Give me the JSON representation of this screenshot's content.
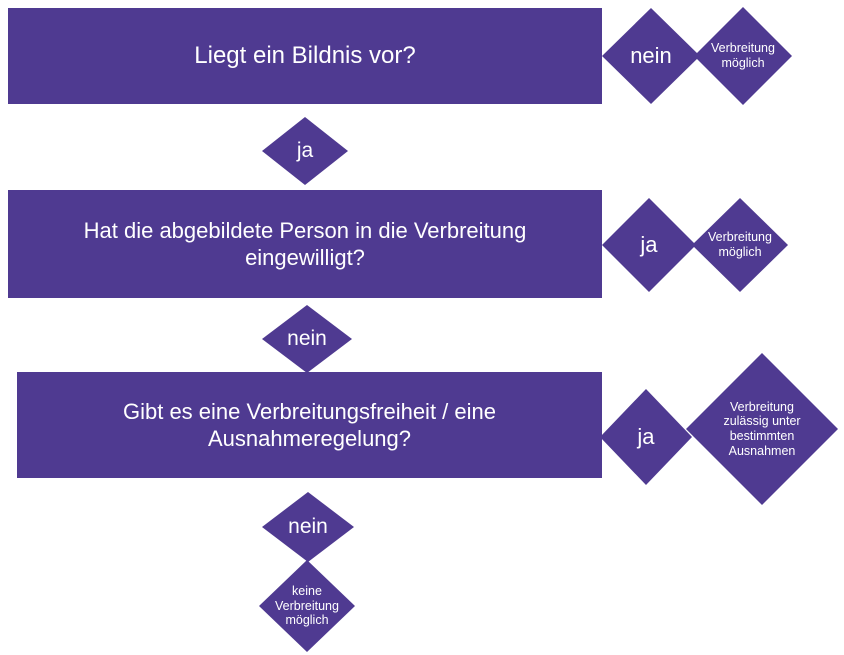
{
  "meta": {
    "title": "Bildnis-Verbreitung Entscheidungsbaum",
    "accent_color": "#4F3A91",
    "text_color": "#FFFFFF",
    "background_color": "#FFFFFF"
  },
  "flowchart": {
    "type": "decision-tree",
    "steps": [
      {
        "id": "step1",
        "question": "Liegt ein Bildnis vor?",
        "branch_label": "nein",
        "branch_result": "Verbreitung möglich",
        "continue_label": "ja"
      },
      {
        "id": "step2",
        "question": "Hat die abgebildete Person in die Verbreitung eingewilligt?",
        "branch_label": "ja",
        "branch_result": "Verbreitung möglich",
        "continue_label": "nein"
      },
      {
        "id": "step3",
        "question": "Gibt es eine Verbreitungsfreiheit / eine Ausnahmeregelung?",
        "branch_label": "ja",
        "branch_result": "Verbreitung zulässig unter bestimmten Ausnahmen",
        "continue_label": "nein"
      }
    ],
    "final_result": "keine Verbreitung möglich"
  }
}
